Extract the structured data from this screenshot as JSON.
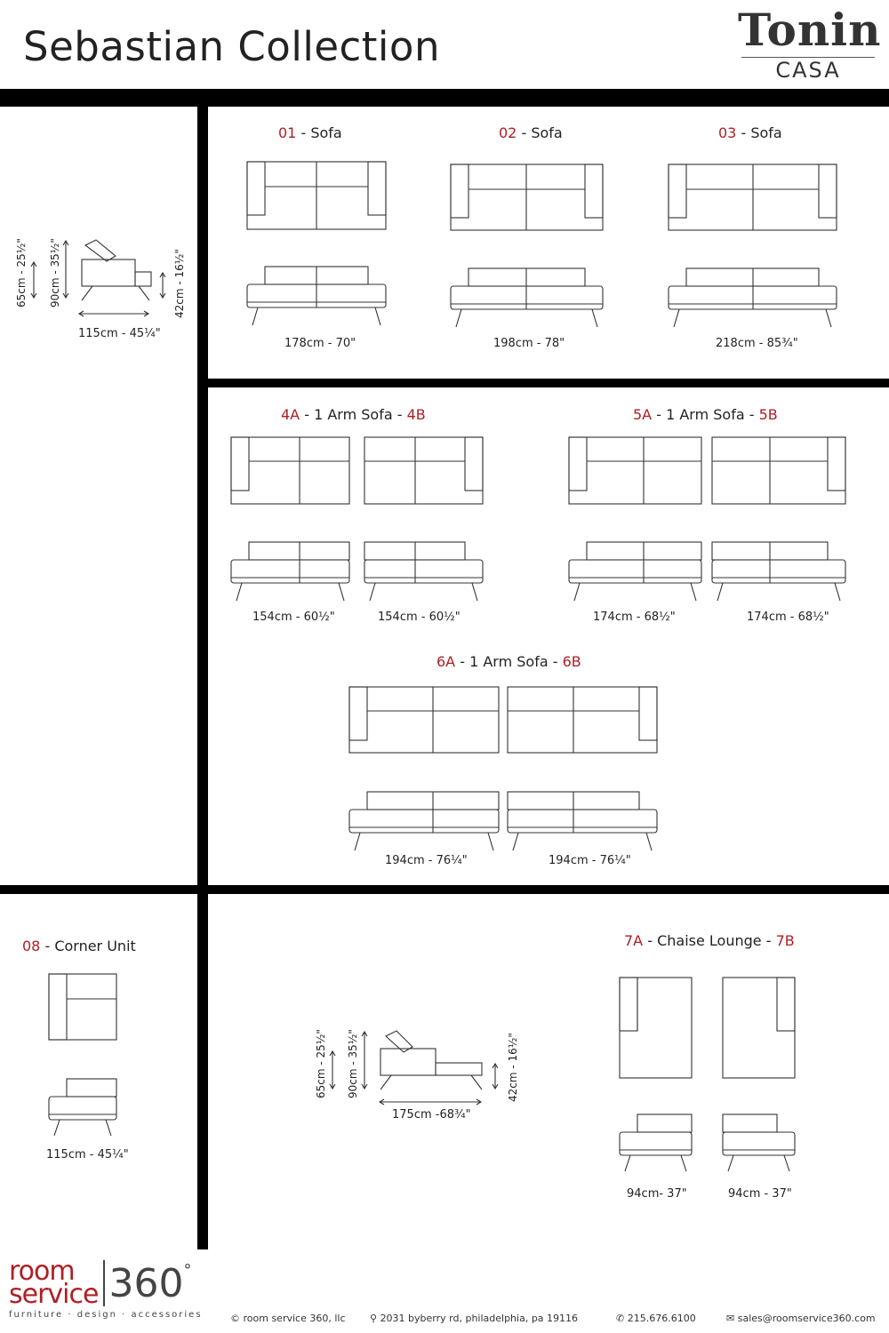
{
  "header": {
    "title": "Sebastian Collection",
    "brand_name": "Tonin",
    "brand_sub": "CASA"
  },
  "side_dims": {
    "h1": "65cm - 25½\"",
    "h2": "90cm - 35½\"",
    "h3": "42cm - 16½\"",
    "w": "115cm - 45¼\""
  },
  "row1": [
    {
      "num": "01",
      "name": "Sofa",
      "dim": "178cm - 70\""
    },
    {
      "num": "02",
      "name": "Sofa",
      "dim": "198cm - 78\""
    },
    {
      "num": "03",
      "name": "Sofa",
      "dim": "218cm - 85¾\""
    }
  ],
  "row2": {
    "group4": {
      "a": "4A",
      "mid": "1 Arm Sofa",
      "b": "4B",
      "dim_a": "154cm - 60½\"",
      "dim_b": "154cm - 60½\""
    },
    "group5": {
      "a": "5A",
      "mid": "1 Arm Sofa",
      "b": "5B",
      "dim_a": "174cm - 68½\"",
      "dim_b": "174cm - 68½\""
    },
    "group6": {
      "a": "6A",
      "mid": "1 Arm Sofa",
      "b": "6B",
      "dim_a": "194cm - 76¼\"",
      "dim_b": "194cm - 76¼\""
    }
  },
  "corner": {
    "num": "08",
    "name": "Corner Unit",
    "dim": "115cm - 45¼\""
  },
  "chaise_dims": {
    "h1": "65cm - 25½\"",
    "h2": "90cm - 35½\"",
    "h3": "42cm - 16½\"",
    "w": "175cm -68¾\""
  },
  "chaise": {
    "a": "7A",
    "mid": "Chaise Lounge",
    "b": "7B",
    "dim_a": "94cm- 37\"",
    "dim_b": "94cm - 37\""
  },
  "footer": {
    "logo_top": "room",
    "logo_bottom": "service",
    "logo_num": "360",
    "logo_deg": "°",
    "tagline": "furniture · design · accessories",
    "copyright": "© room service 360, llc",
    "address": "2031 byberry rd, philadelphia, pa 19116",
    "phone": "215.676.6100",
    "email": "sales@roomservice360.com"
  }
}
